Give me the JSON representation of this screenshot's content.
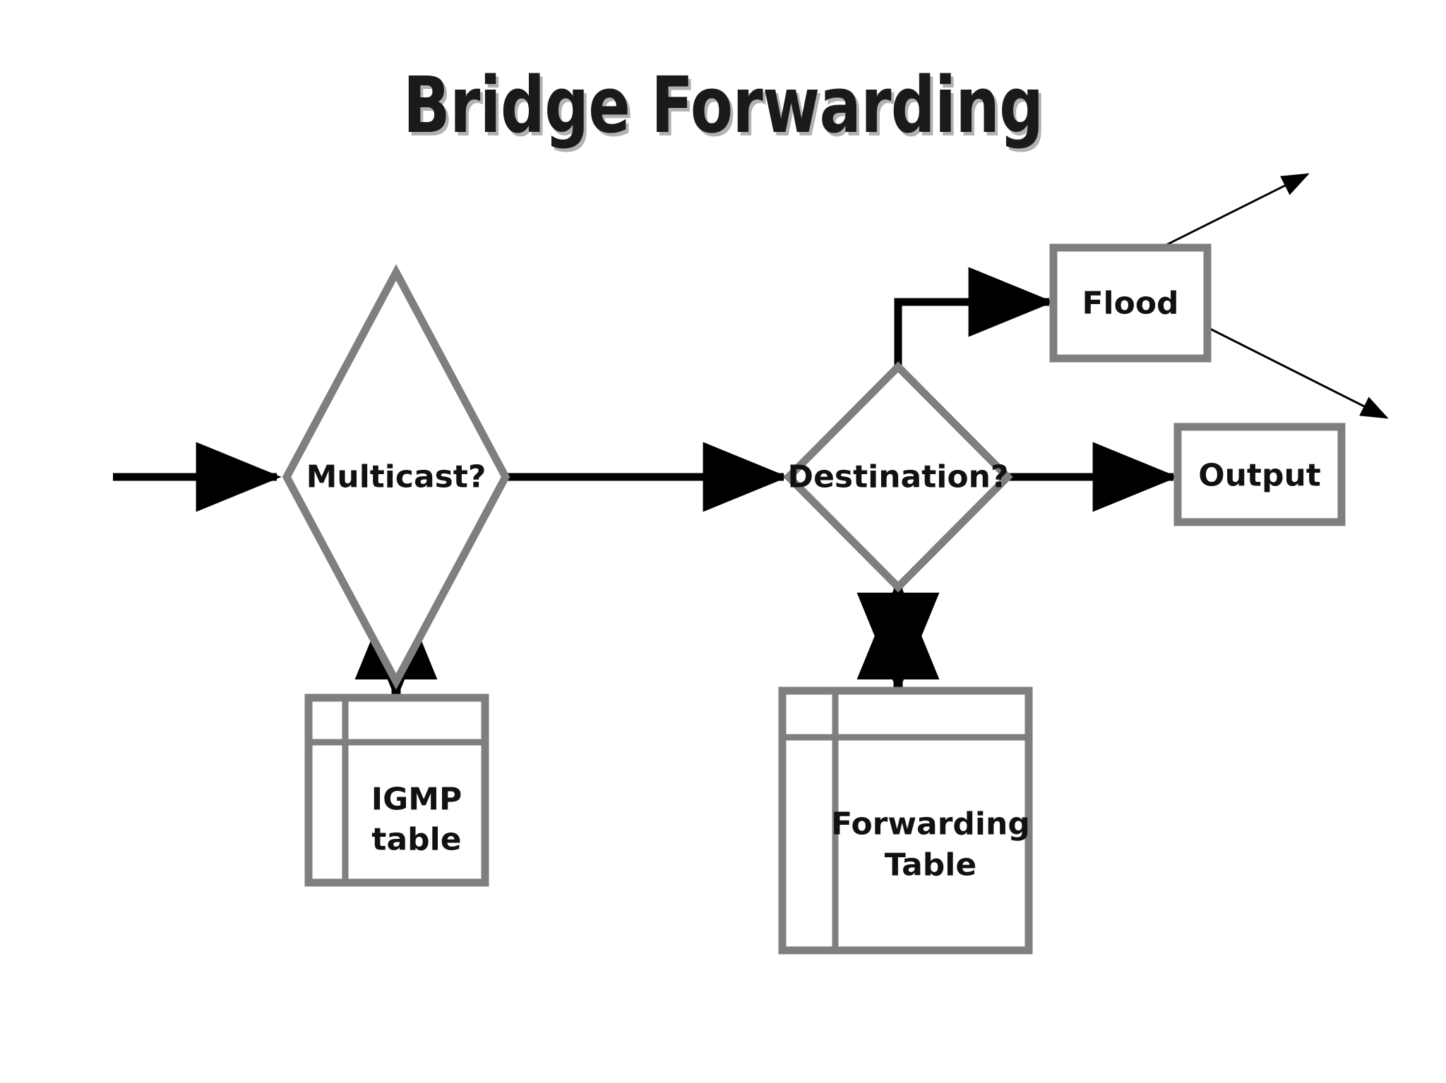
{
  "slide": {
    "title": "Bridge Forwarding",
    "background_color": "#ffffff"
  },
  "theme": {
    "shape_stroke": "#7f7f7f",
    "shape_fill": "#ffffff",
    "connector_color": "#000000",
    "text_color": "#111111",
    "title_color": "#1a1a1a"
  },
  "diagram": {
    "type": "flowchart",
    "nodes": [
      {
        "id": "multicast",
        "shape": "diamond",
        "label": "Multicast?"
      },
      {
        "id": "destination",
        "shape": "diamond",
        "label": "Destination?"
      },
      {
        "id": "flood",
        "shape": "rectangle",
        "label": "Flood"
      },
      {
        "id": "output",
        "shape": "rectangle",
        "label": "Output"
      },
      {
        "id": "igmp-table",
        "shape": "table",
        "label_line1": "IGMP",
        "label_line2": "table"
      },
      {
        "id": "fwd-table",
        "shape": "table",
        "label_line1": "Forwarding",
        "label_line2": "Table"
      }
    ],
    "edges": [
      {
        "id": "input-to-multicast",
        "from": "input",
        "to": "multicast",
        "style": "solid-arrow",
        "label": ""
      },
      {
        "id": "multicast-to-destination",
        "from": "multicast",
        "to": "destination",
        "style": "solid-arrow",
        "label": ""
      },
      {
        "id": "multicast-to-igmp",
        "from": "multicast",
        "to": "igmp-table",
        "style": "double-arrow",
        "label": ""
      },
      {
        "id": "destination-to-fwd",
        "from": "destination",
        "to": "fwd-table",
        "style": "double-arrow",
        "label": ""
      },
      {
        "id": "destination-to-flood",
        "from": "destination",
        "to": "flood",
        "style": "elbow-arrow",
        "label": ""
      },
      {
        "id": "destination-to-output",
        "from": "destination",
        "to": "output",
        "style": "solid-arrow",
        "label": ""
      },
      {
        "id": "flood-out-up",
        "from": "flood",
        "to": "",
        "style": "thin-arrow",
        "label": ""
      },
      {
        "id": "flood-out-down",
        "from": "flood",
        "to": "",
        "style": "thin-arrow",
        "label": ""
      }
    ]
  }
}
